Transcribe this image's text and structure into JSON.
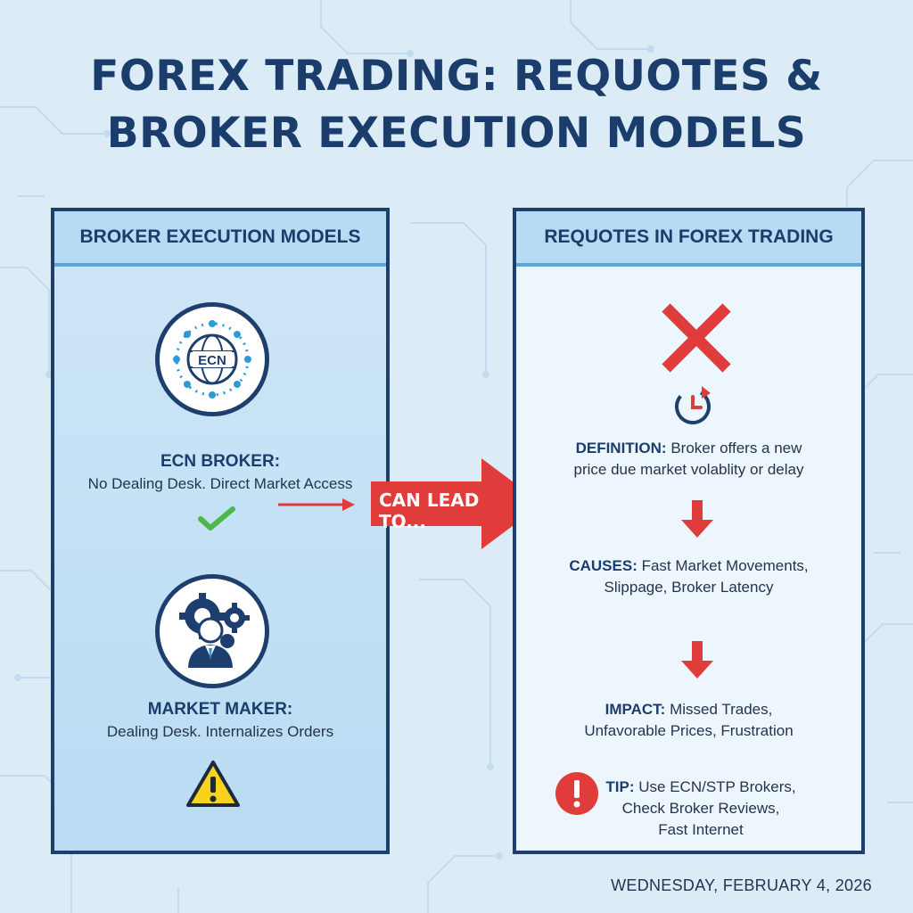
{
  "title": {
    "line1": "FOREX TRADING: REQUOTES &",
    "line2": "BROKER EXECUTION MODELS"
  },
  "left_panel": {
    "header": "BROKER EXECUTION MODELS",
    "ecn": {
      "badge": "ECN",
      "title": "ECN BROKER:",
      "description": "No Dealing Desk. Direct Market Access",
      "status_icon": "checkmark-icon"
    },
    "market_maker": {
      "title": "MARKET MAKER:",
      "description": "Dealing Desk. Internalizes Orders",
      "status_icon": "warning-icon"
    }
  },
  "connector": {
    "label": "CAN LEAD TO..."
  },
  "right_panel": {
    "header": "REQUOTES IN FOREX TRADING",
    "definition": {
      "title": "DEFINITION:",
      "line1": "Broker offers a new",
      "line2": "price due market volablity or delay"
    },
    "causes": {
      "title": "CAUSES:",
      "line1": "Fast Market Movements,",
      "line2": "Slippage, Broker Latency"
    },
    "impact": {
      "title": "IMPACT:",
      "line1": "Missed Trades,",
      "line2": "Unfavorable Prices, Frustration"
    },
    "tip": {
      "title": "TIP:",
      "line1": "Use ECN/STP Brokers,",
      "line2": "Check Broker Reviews,",
      "line3": "Fast Internet"
    }
  },
  "footer": {
    "date": "WEDNESDAY, FEBRUARY 4, 2026"
  },
  "colors": {
    "navy": "#1e3f6e",
    "red": "#e03c3c",
    "green": "#4cb84c",
    "yellow": "#f7d21e",
    "light_blue": "#b7dbf3"
  }
}
